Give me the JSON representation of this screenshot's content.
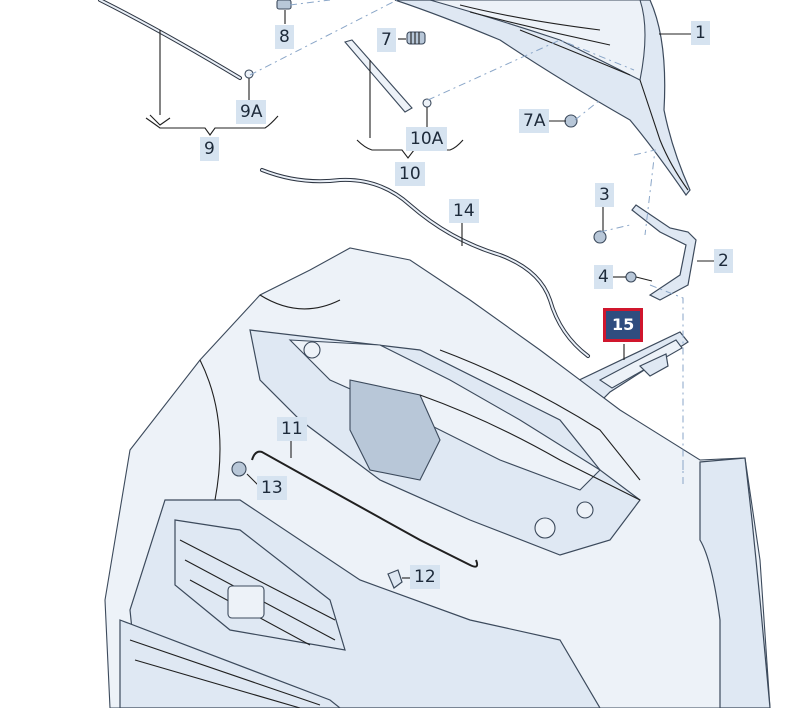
{
  "diagram": {
    "selected_part": "15",
    "colors": {
      "callout_bg": "#d6e3f0",
      "callout_selected_bg": "#2f4d7f",
      "callout_selected_border": "#d0162d",
      "part_fill": "#dfe8f3"
    },
    "callouts": [
      {
        "id": "1",
        "label": "1"
      },
      {
        "id": "2",
        "label": "2"
      },
      {
        "id": "3",
        "label": "3"
      },
      {
        "id": "4",
        "label": "4"
      },
      {
        "id": "7",
        "label": "7"
      },
      {
        "id": "7A",
        "label": "7A"
      },
      {
        "id": "8",
        "label": "8"
      },
      {
        "id": "9",
        "label": "9"
      },
      {
        "id": "9A",
        "label": "9A"
      },
      {
        "id": "10",
        "label": "10"
      },
      {
        "id": "10A",
        "label": "10A"
      },
      {
        "id": "11",
        "label": "11"
      },
      {
        "id": "12",
        "label": "12"
      },
      {
        "id": "13",
        "label": "13"
      },
      {
        "id": "14",
        "label": "14"
      },
      {
        "id": "15",
        "label": "15"
      }
    ]
  }
}
